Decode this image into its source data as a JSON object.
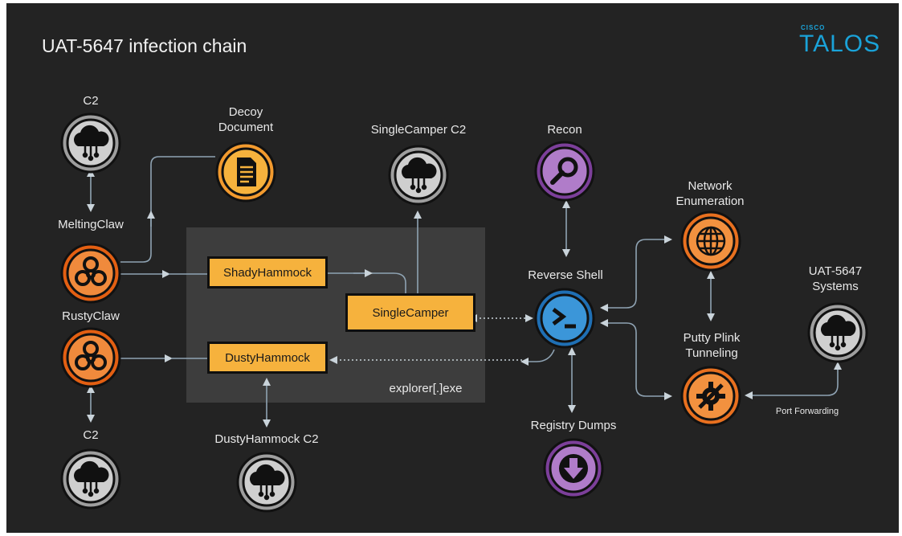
{
  "title": "UAT-5647 infection chain",
  "logo": {
    "small": "CISCO",
    "big": "TALOS"
  },
  "nodes": {
    "c2_top": "C2",
    "decoy": "Decoy\nDocument",
    "singlecamper_c2": "SingleCamper C2",
    "recon": "Recon",
    "network_enum": "Network\nEnumeration",
    "meltingclaw": "MeltingClaw",
    "reverse_shell": "Reverse Shell",
    "uat_systems": "UAT-5647\nSystems",
    "rustyclaw": "RustyClaw",
    "putty": "Putty Plink\nTunneling",
    "c2_bottom": "C2",
    "dustyhammock_c2": "DustyHammock C2",
    "registry": "Registry Dumps"
  },
  "process_boxes": {
    "shadyhammock": "ShadyHammock",
    "singlecamper": "SingleCamper",
    "dustyhammock": "DustyHammock"
  },
  "container_label": "explorer[.]exe",
  "edge_label": "Port Forwarding",
  "icons": {
    "cloud_c2": "cloud-server-icon",
    "document": "document-icon",
    "biohazard": "biohazard-icon",
    "search": "magnifier-icon",
    "terminal": "terminal-prompt-icon",
    "globe": "globe-icon",
    "tools": "gear-wrench-icon",
    "download": "download-arrow-icon"
  },
  "colors": {
    "background": "#232323",
    "process": "#f6b23d",
    "c2_gray": "#9e9e9e",
    "malware_orange": "#e8701f",
    "doc_orange": "#f29a2e",
    "recon_purple": "#9a5ab8",
    "shell_blue": "#2d86cc",
    "wire": "#8fa3b3",
    "talos_blue": "#1aa3d9"
  }
}
